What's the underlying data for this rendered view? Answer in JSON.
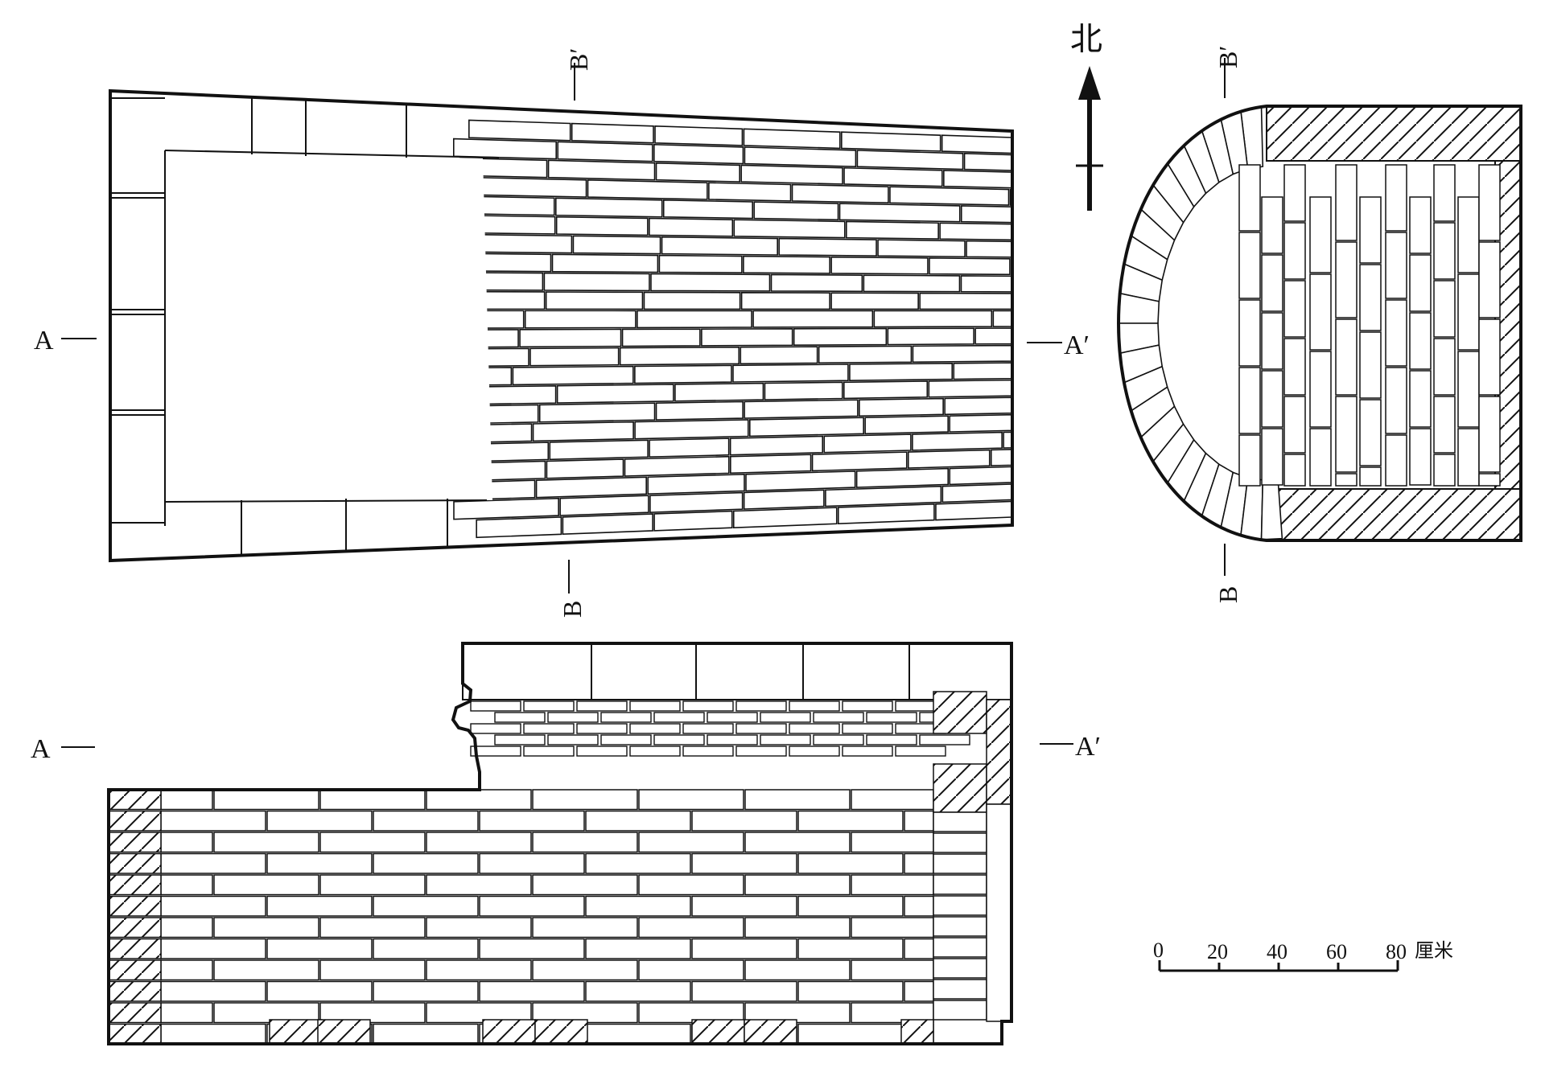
{
  "labels": {
    "plan_left": "A",
    "plan_right": "A′",
    "plan_top": "B′",
    "plan_bottom": "B",
    "section_left": "A",
    "section_right": "A′",
    "cross_top": "B′",
    "cross_bottom": "B",
    "north": "北"
  },
  "scale_bar": {
    "ticks": [
      "0",
      "20",
      "40",
      "60",
      "80"
    ],
    "unit": "厘米"
  },
  "colors": {
    "ink": "#111111",
    "paper": "#ffffff"
  }
}
